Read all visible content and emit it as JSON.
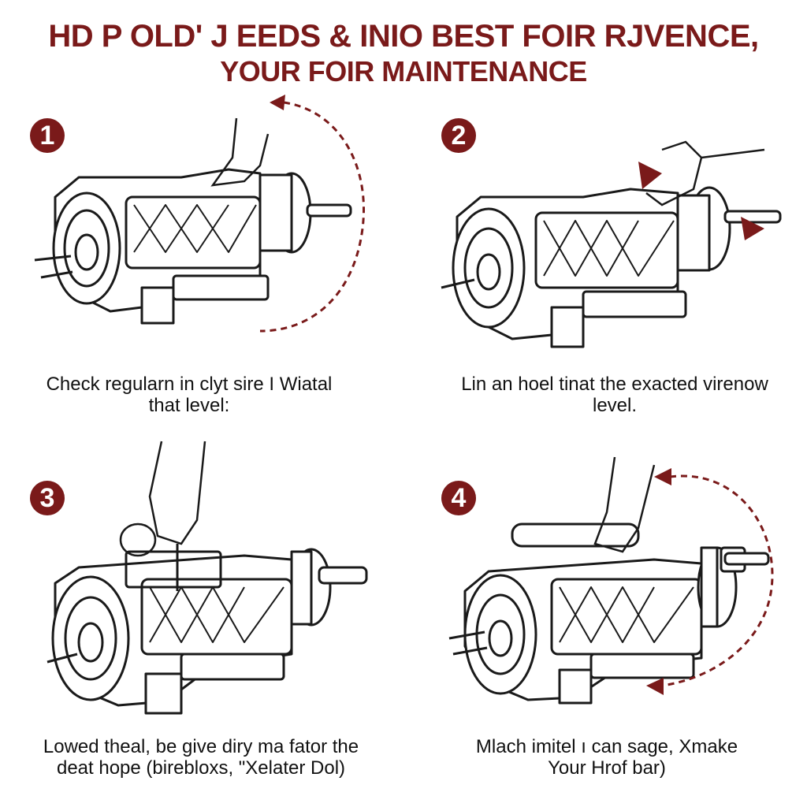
{
  "title": {
    "line1": "HD P OLD' J EEDS & INIO BEST FOIR RJVENCE,",
    "line2": "YOUR FOIR MAINTENANCE"
  },
  "colors": {
    "accent": "#7a1a1a",
    "line": "#1a1a1a"
  },
  "steps": [
    {
      "number": "1",
      "caption_line1": "Check regularn in clyt sire I Wiatal",
      "caption_line2": "that level:",
      "icon": "transmission-with-hand-icon"
    },
    {
      "number": "2",
      "caption_line1": "Lin an hoel tinat the exacted virenow",
      "caption_line2": "level.",
      "icon": "transmission-with-hand-icon"
    },
    {
      "number": "3",
      "caption_line1": "Lowed theal, be give diry ma fator the",
      "caption_line2": "deat hope (birebloxs, \"Xelater Dol)",
      "icon": "transmission-with-dipstick-icon"
    },
    {
      "number": "4",
      "caption_line1": "Mlach imitel ı can sage, Xmake",
      "caption_line2": "Your Hrof bar)",
      "icon": "transmission-with-filter-icon"
    }
  ]
}
